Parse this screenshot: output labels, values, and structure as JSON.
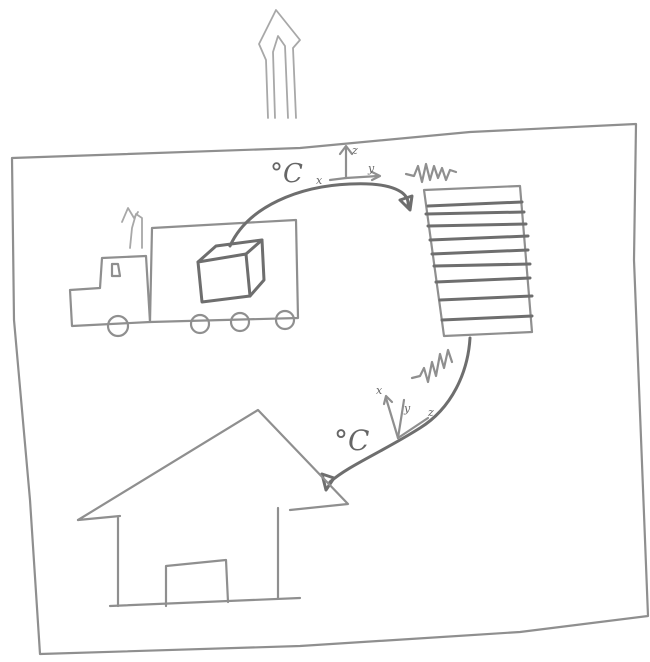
{
  "labels": {
    "temp_top": "°C",
    "temp_bottom": "°C",
    "axis_top_x": "x",
    "axis_top_y": "y",
    "axis_top_z": "z",
    "axis_bottom_x": "x",
    "axis_bottom_y": "y",
    "axis_bottom_z": "z"
  },
  "icons": {
    "arrow": "up-arrow-icon",
    "truck": "truck-icon",
    "package": "package-icon",
    "container": "storage-rack-icon",
    "house": "house-icon",
    "vibration": "vibration-icon",
    "axes": "xyz-axes-icon"
  },
  "colors": {
    "pencil": "#8f8f8f",
    "pencil_dark": "#6e6e6e"
  }
}
